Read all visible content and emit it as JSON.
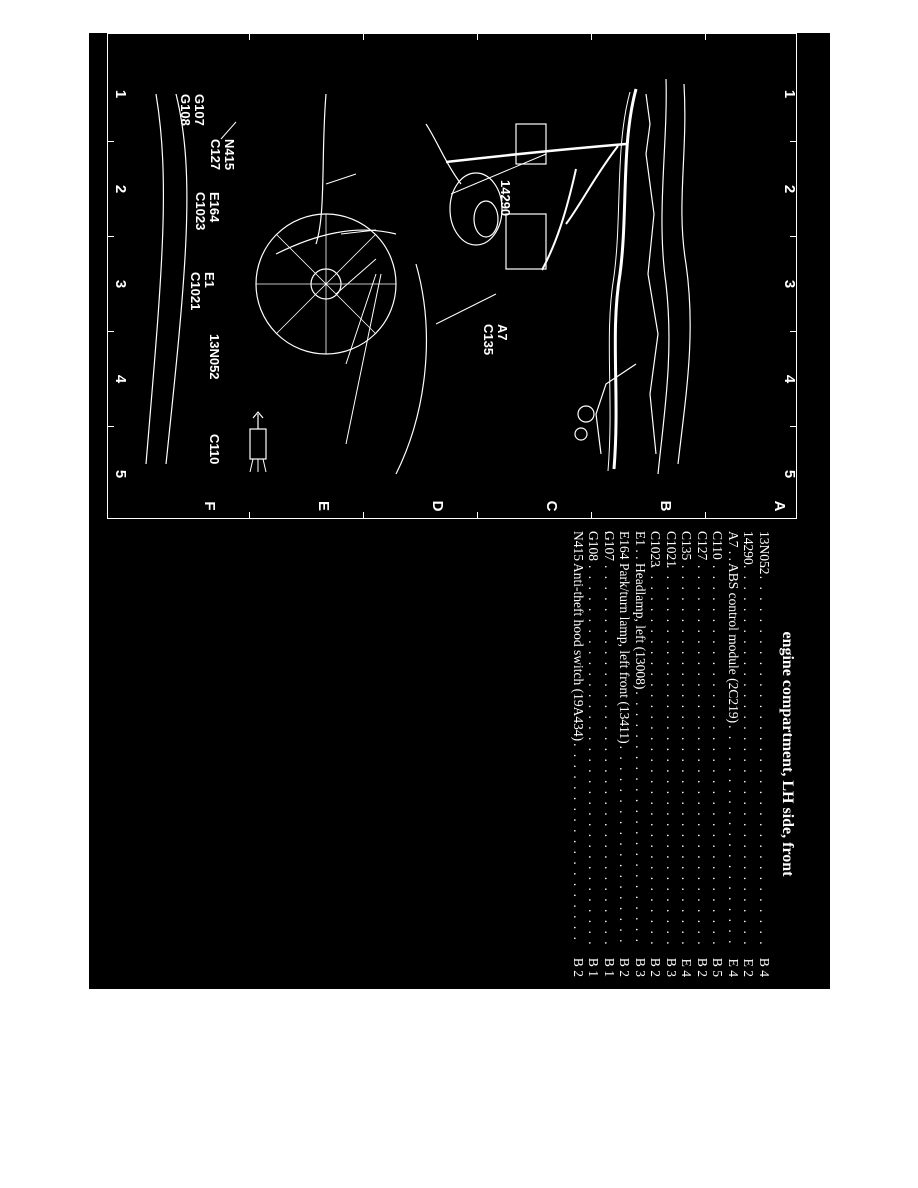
{
  "diagram": {
    "grid": {
      "rows": [
        "A",
        "B",
        "C",
        "D",
        "E",
        "F"
      ],
      "columns": [
        "1",
        "2",
        "3",
        "4",
        "5"
      ]
    },
    "callouts": {
      "g107_g108": [
        "G107",
        "G108"
      ],
      "n415_c127": [
        "N415",
        "C127"
      ],
      "e164_c1023": [
        "E164",
        "C1023"
      ],
      "e1_c1021": [
        "E1",
        "C1021"
      ],
      "n13n052": [
        "13N052"
      ],
      "c110": [
        "C110"
      ],
      "n14290": [
        "14290"
      ],
      "a7_c135": [
        "A7",
        "C135"
      ]
    }
  },
  "legend": {
    "title": "engine compartment, LH side, front",
    "rows": [
      {
        "code": "13N052",
        "description": "",
        "location": "B 4"
      },
      {
        "code": "14290",
        "description": "",
        "location": "E 2"
      },
      {
        "code": "A7 . .",
        "description": "ABS control module (2C219)",
        "location": "E 4"
      },
      {
        "code": "C110",
        "description": "",
        "location": "B 5"
      },
      {
        "code": "C127",
        "description": "",
        "location": "B 2"
      },
      {
        "code": "C135",
        "description": "",
        "location": "E 4"
      },
      {
        "code": "C1021",
        "description": "",
        "location": "B 3"
      },
      {
        "code": "C1023",
        "description": "",
        "location": "B 2"
      },
      {
        "code": "E1 . .",
        "description": "Headlamp, left (13008)",
        "location": "B 3"
      },
      {
        "code": "E164 .",
        "description": "Park/turn lamp, left front (13411)",
        "location": "B 2"
      },
      {
        "code": "G107",
        "description": "",
        "location": "B 1"
      },
      {
        "code": "G108",
        "description": "",
        "location": "B 1"
      },
      {
        "code": "N415",
        "description": "Anti-theft hood switch (19A434)",
        "location": "B 2"
      }
    ]
  }
}
